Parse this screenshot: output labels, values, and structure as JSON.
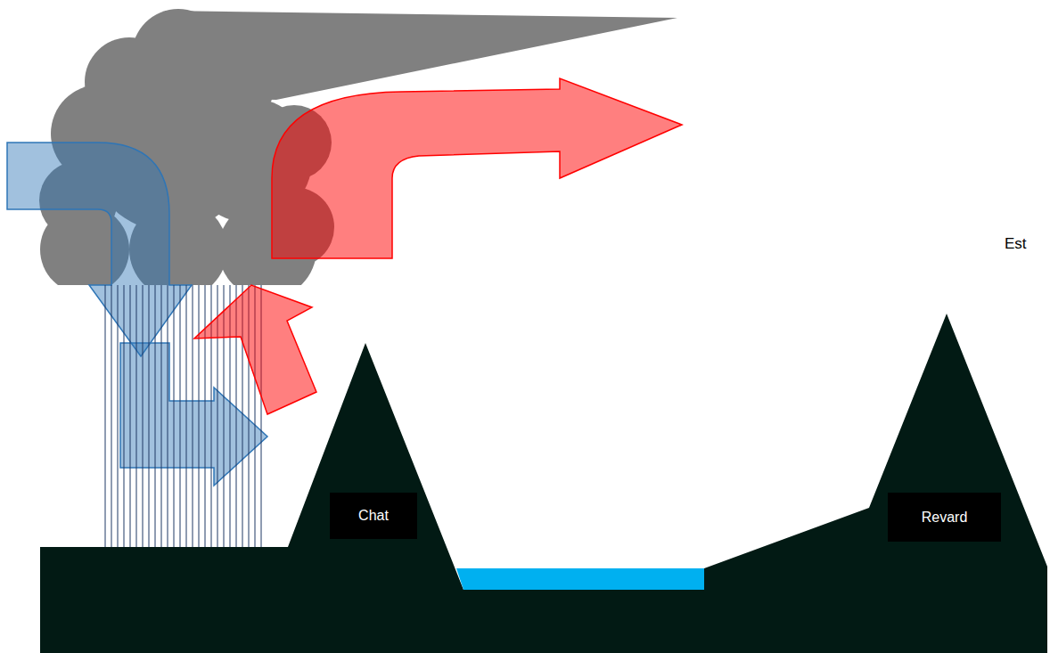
{
  "diagram": {
    "nodes": [
      {
        "text": [
          "Chat"
        ]
      },
      {
        "text": [
          "Revard"
        ]
      }
    ],
    "labels": [
      "Est"
    ]
  }
}
